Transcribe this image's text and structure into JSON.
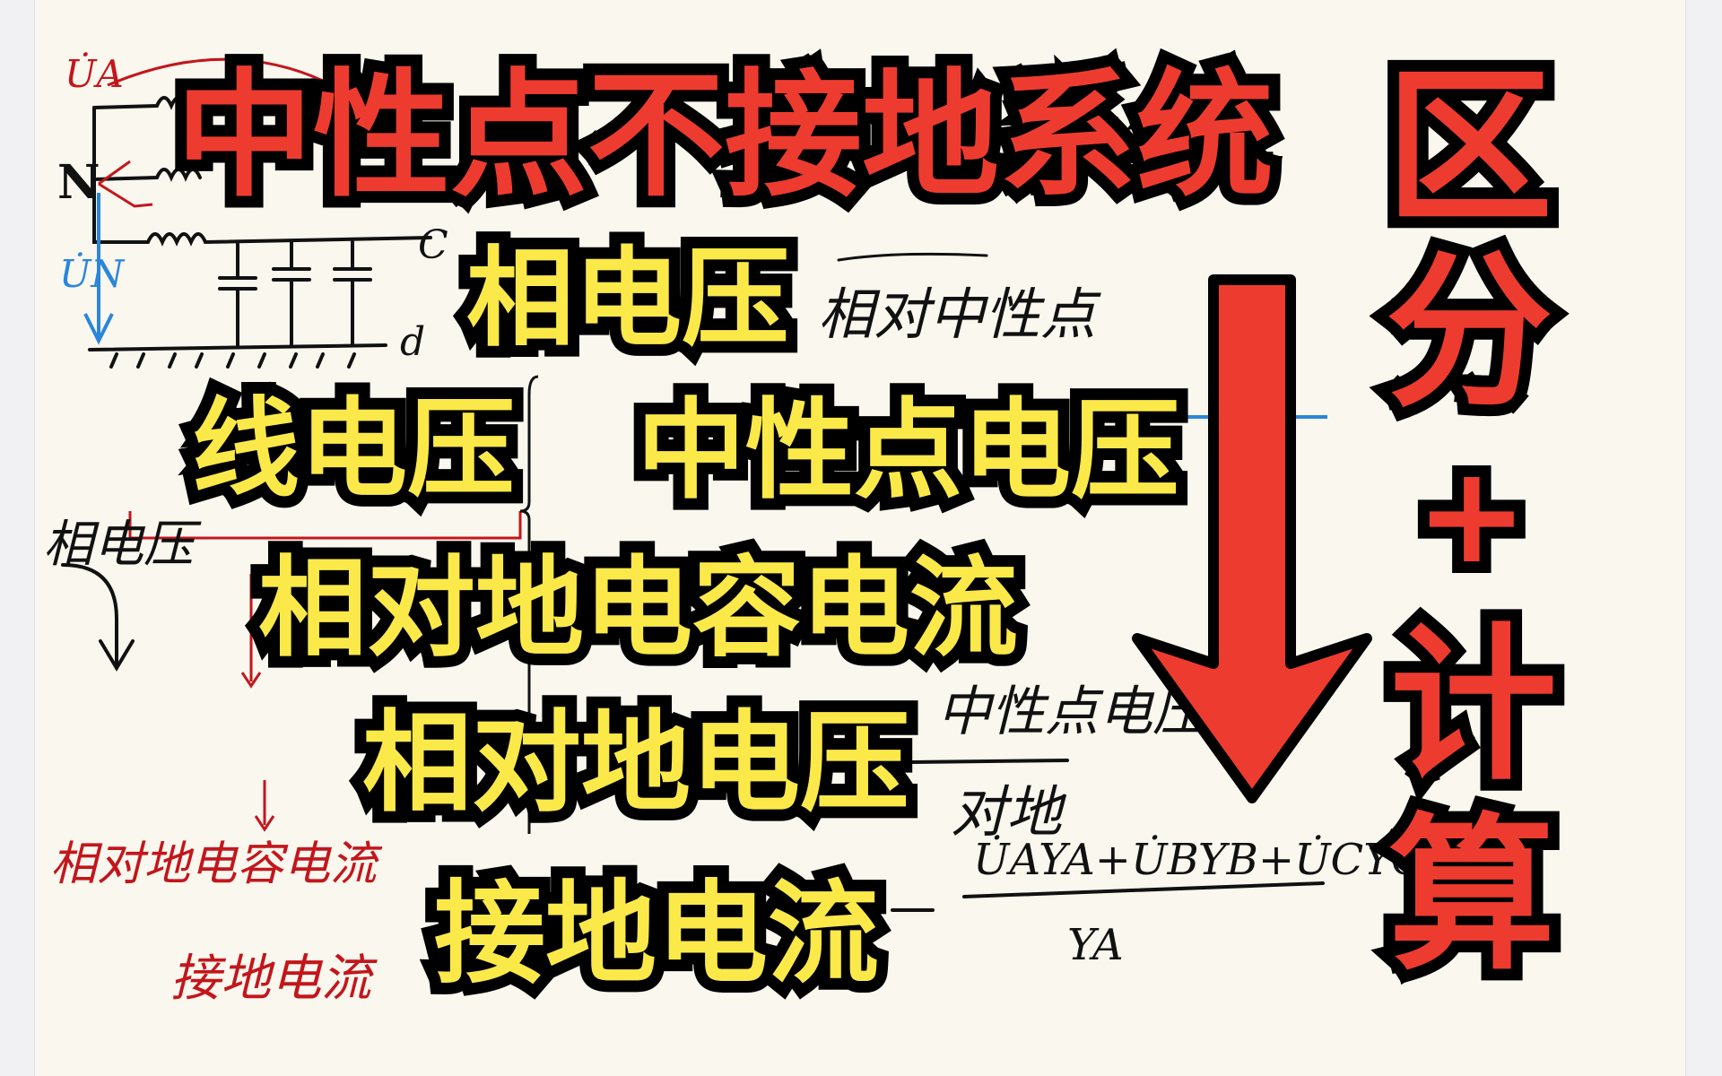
{
  "title": "中性点不接地系统",
  "side_labels": [
    "区",
    "分",
    "+",
    "计",
    "算"
  ],
  "topics": {
    "phase_voltage": "相电压",
    "line_voltage": "线电压",
    "neutral_voltage": "中性点电压",
    "capacitive_current": "相对地电容电流",
    "phase_to_ground_voltage": "相对地电压",
    "ground_current": "接地电流"
  },
  "handwritten_notes": {
    "n_label": "N",
    "ua": "U̇A",
    "un": "U̇N",
    "c_label": "C",
    "d_label": "d",
    "relative_neutral": "相对中性点",
    "neutral_voltage": "中性点电压",
    "to_ground": "对地",
    "phase_voltage": "相电压",
    "red_1": "相对地电容电流",
    "red_2": "接地电流",
    "formula_numerator": "U̇AYA+U̇BYB+U̇CYC",
    "formula_denominator": "YA"
  },
  "colors": {
    "title": "#ee3b2f",
    "topics": "#fbe94a",
    "outline": "#000000",
    "arrow": "#ee3b2f",
    "background": "#f9f7ee",
    "ink_red": "#c3161c",
    "ink_blue": "#2a86db"
  }
}
